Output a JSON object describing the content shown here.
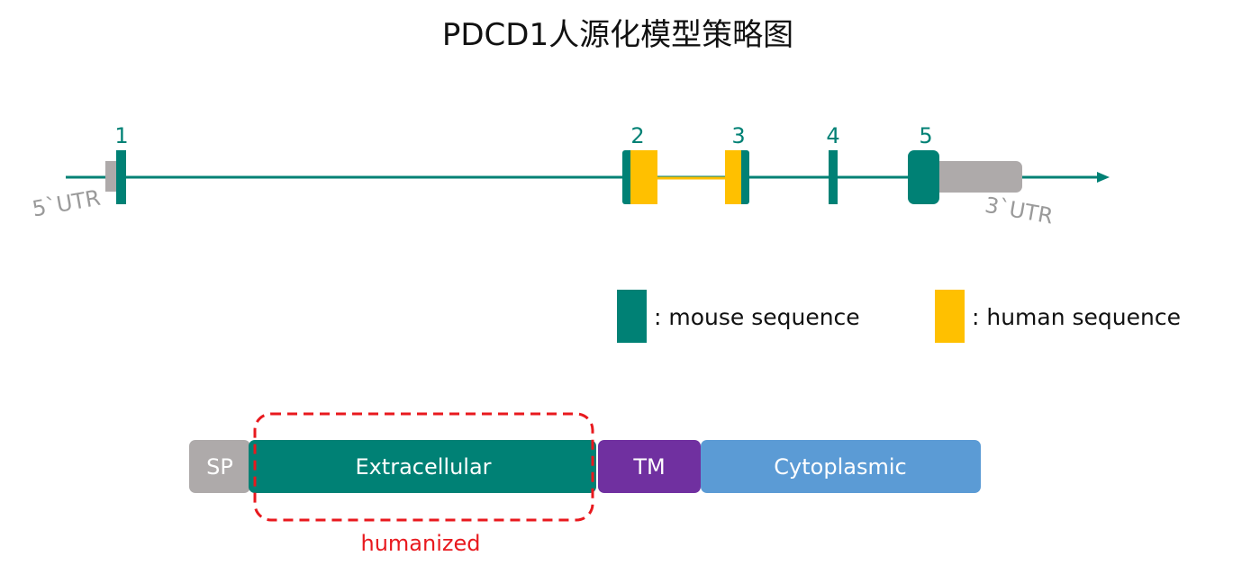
{
  "title": "PDCD1人源化模型策略图",
  "colors": {
    "mouse": "#008175",
    "human": "#ffc000",
    "utr": "#aeaaaa",
    "line": "#008175",
    "sp": "#aeaaaa",
    "extracellular": "#008175",
    "tm": "#7030a0",
    "cytoplasmic": "#5b9bd5",
    "highlight": "#e8191e"
  },
  "gene": {
    "exons": [
      {
        "label": "1",
        "sequence": "mouse"
      },
      {
        "label": "2",
        "sequence": "mouse+human"
      },
      {
        "label": "3",
        "sequence": "human+mouse"
      },
      {
        "label": "4",
        "sequence": "mouse"
      },
      {
        "label": "5",
        "sequence": "mouse"
      }
    ],
    "utr5_label": "5`UTR",
    "utr3_label": "3`UTR"
  },
  "legend": {
    "mouse_label": ": mouse sequence",
    "human_label": ": human sequence"
  },
  "protein": {
    "domains": [
      {
        "key": "sp",
        "label": "SP"
      },
      {
        "key": "extracellular",
        "label": "Extracellular"
      },
      {
        "key": "tm",
        "label": "TM"
      },
      {
        "key": "cytoplasmic",
        "label": "Cytoplasmic"
      }
    ],
    "highlight_label": "humanized"
  }
}
